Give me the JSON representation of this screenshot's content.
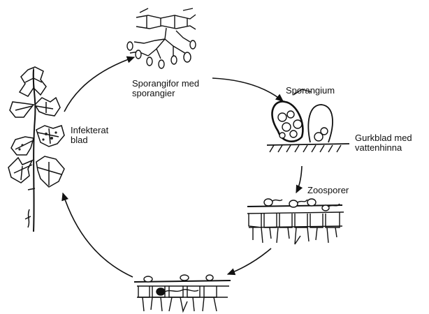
{
  "diagram": {
    "labels": {
      "sporangiophore": "Sporangifor med\nsporangier",
      "sporangium": "Sporangium",
      "leaf_surface": "Gurkblad med\nvattenhinna",
      "zoospores": "Zoosporer",
      "infected_leaf": "Infekterat\nblad"
    },
    "stroke_color": "#111111",
    "background_color": "#ffffff"
  }
}
